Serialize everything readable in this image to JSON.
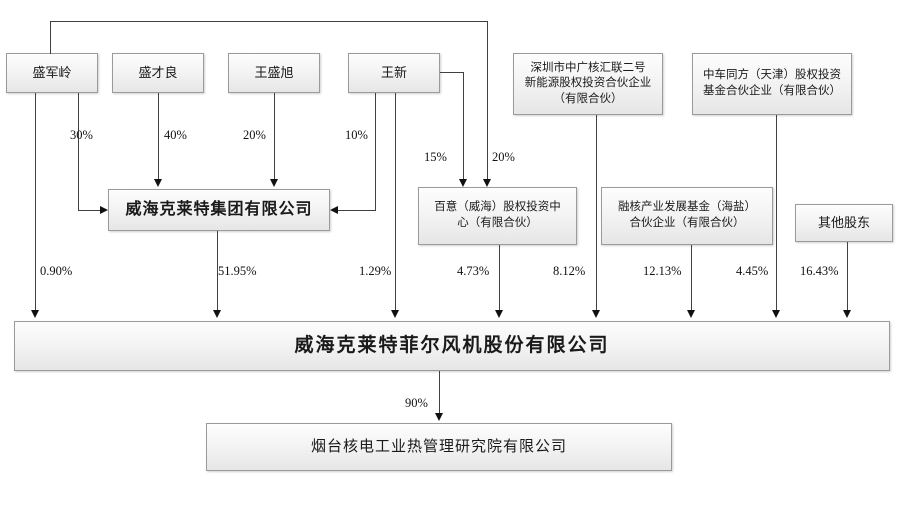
{
  "diagram": {
    "type": "ownership-structure-chart",
    "title_text": "",
    "nodes": {
      "shareholder_1": "盛军岭",
      "shareholder_2": "盛才良",
      "shareholder_3": "王盛旭",
      "shareholder_4": "王新",
      "fund_shenzhen": "深圳市中广核汇联二号新能源股权投资合伙企业（有限合伙）",
      "fund_zhongche": "中车同方（天津）股权投资基金合伙企业（有限合伙）",
      "group_company": "威海克莱特集团有限公司",
      "fund_baiyi": "百意（威海）股权投资中心（有限合伙）",
      "fund_ronghe": "融核产业发展基金（海盐）合伙企业（有限合伙）",
      "other_shareholders": "其他股东",
      "listed_company": "威海克莱特菲尔风机股份有限公司",
      "subsidiary": "烟台核电工业热管理研究院有限公司"
    },
    "node_lines": {
      "fund_shenzhen": [
        "深圳市中广核汇联二号",
        "新能源股权投资合伙企业",
        "（有限合伙）"
      ],
      "fund_zhongche": [
        "中车同方（天津）股权投资",
        "基金合伙企业（有限合伙）"
      ],
      "fund_baiyi": [
        "百意（威海）股权投资中",
        "心（有限合伙）"
      ],
      "fund_ronghe": [
        "融核产业发展基金（海盐）",
        "合伙企业（有限合伙）"
      ]
    },
    "edges_to_group": [
      {
        "from": "盛军岭",
        "to": "威海克莱特集团有限公司",
        "pct": "30%"
      },
      {
        "from": "盛才良",
        "to": "威海克莱特集团有限公司",
        "pct": "40%"
      },
      {
        "from": "王盛旭",
        "to": "威海克莱特集团有限公司",
        "pct": "20%"
      },
      {
        "from": "王新",
        "to": "威海克莱特集团有限公司",
        "pct": "10%"
      }
    ],
    "edges_to_baiyi": [
      {
        "from": "王新",
        "to": "百意（威海）股权投资中心（有限合伙）",
        "pct": "15%"
      },
      {
        "from": "盛军岭",
        "to": "百意（威海）股权投资中心（有限合伙）",
        "pct": "20%"
      }
    ],
    "edges_to_listco": [
      {
        "from": "盛军岭",
        "pct": "0.90%"
      },
      {
        "from": "威海克莱特集团有限公司",
        "pct": "51.95%"
      },
      {
        "from": "王新",
        "pct": "1.29%"
      },
      {
        "from": "百意（威海）股权投资中心（有限合伙）",
        "pct": "4.73%"
      },
      {
        "from": "深圳市中广核汇联二号新能源股权投资合伙企业（有限合伙）",
        "pct": "8.12%"
      },
      {
        "from": "融核产业发展基金（海盐）合伙企业（有限合伙）",
        "pct": "12.13%"
      },
      {
        "from": "中车同方（天津）股权投资基金合伙企业（有限合伙）",
        "pct": "4.45%"
      },
      {
        "from": "其他股东",
        "pct": "16.43%"
      }
    ],
    "edges_to_subsidiary": [
      {
        "from": "威海克莱特菲尔风机股份有限公司",
        "to": "烟台核电工业热管理研究院有限公司",
        "pct": "90%"
      }
    ],
    "percent_labels": {
      "p30": "30%",
      "p40": "40%",
      "p20_top": "20%",
      "p10": "10%",
      "p15": "15%",
      "p20_baiyi": "20%",
      "p090": "0.90%",
      "p5195": "51.95%",
      "p129": "1.29%",
      "p473": "4.73%",
      "p812": "8.12%",
      "p1213": "12.13%",
      "p445": "4.45%",
      "p1643": "16.43%",
      "p90": "90%"
    },
    "colors": {
      "box_border": "#9a9a9a",
      "box_fill_top": "#fdfdfd",
      "box_fill_bottom": "#e6e6e6",
      "line": "#404040",
      "arrow": "#111111",
      "text": "#1a1a1a",
      "background": "#ffffff"
    }
  }
}
